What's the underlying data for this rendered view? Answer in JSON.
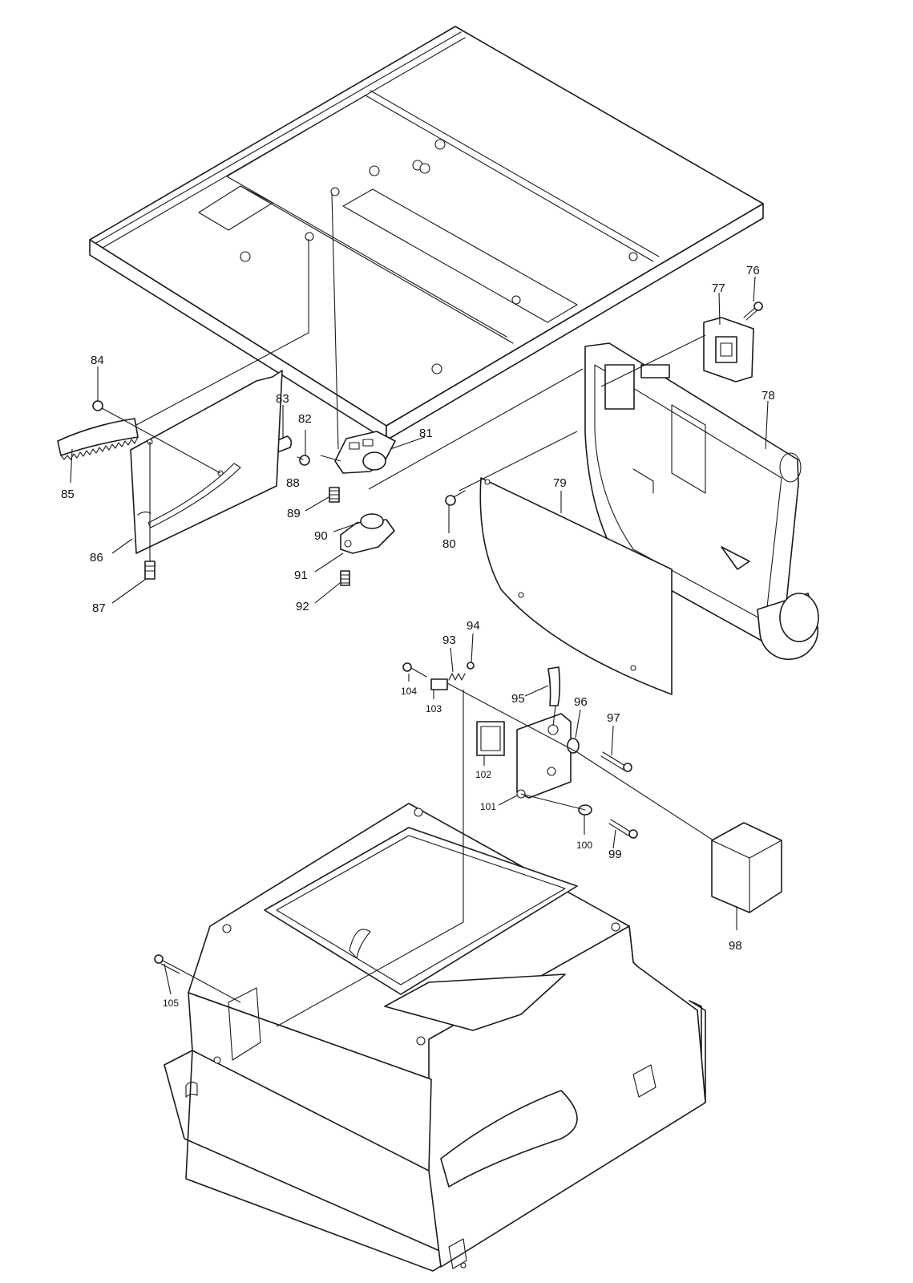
{
  "callouts": [
    {
      "id": "76",
      "text": "76"
    },
    {
      "id": "77",
      "text": "77"
    },
    {
      "id": "78",
      "text": "78"
    },
    {
      "id": "79",
      "text": "79"
    },
    {
      "id": "80",
      "text": "80"
    },
    {
      "id": "81",
      "text": "81"
    },
    {
      "id": "82",
      "text": "82"
    },
    {
      "id": "83",
      "text": "83"
    },
    {
      "id": "84",
      "text": "84"
    },
    {
      "id": "85",
      "text": "85"
    },
    {
      "id": "86",
      "text": "86"
    },
    {
      "id": "87",
      "text": "87"
    },
    {
      "id": "88",
      "text": "88"
    },
    {
      "id": "89",
      "text": "89"
    },
    {
      "id": "90",
      "text": "90"
    },
    {
      "id": "91",
      "text": "91"
    },
    {
      "id": "92",
      "text": "92"
    },
    {
      "id": "93",
      "text": "93"
    },
    {
      "id": "94",
      "text": "94"
    },
    {
      "id": "95",
      "text": "95"
    },
    {
      "id": "96",
      "text": "96"
    },
    {
      "id": "97",
      "text": "97"
    },
    {
      "id": "98",
      "text": "98"
    },
    {
      "id": "99",
      "text": "99"
    },
    {
      "id": "100",
      "text": "100"
    },
    {
      "id": "101",
      "text": "101"
    },
    {
      "id": "102",
      "text": "102"
    },
    {
      "id": "103",
      "text": "103"
    },
    {
      "id": "104",
      "text": "104"
    },
    {
      "id": "105",
      "text": "105"
    }
  ]
}
